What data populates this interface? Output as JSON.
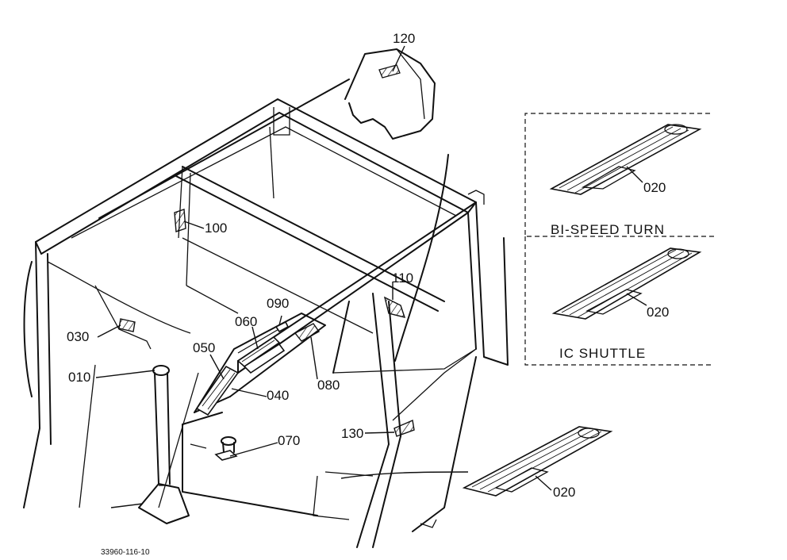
{
  "figure_id": "33960-116-10",
  "callouts": {
    "c120": "120",
    "c100": "100",
    "c110": "110",
    "c030": "030",
    "c090": "090",
    "c060": "060",
    "c050": "050",
    "c010": "010",
    "c040": "040",
    "c080": "080",
    "c070": "070",
    "c130": "130",
    "c020_a": "020",
    "c020_b": "020",
    "c020_c": "020"
  },
  "variant_captions": {
    "bi_speed_turn": "BI-SPEED TURN",
    "ic_shuttle": "IC SHUTTLE"
  }
}
